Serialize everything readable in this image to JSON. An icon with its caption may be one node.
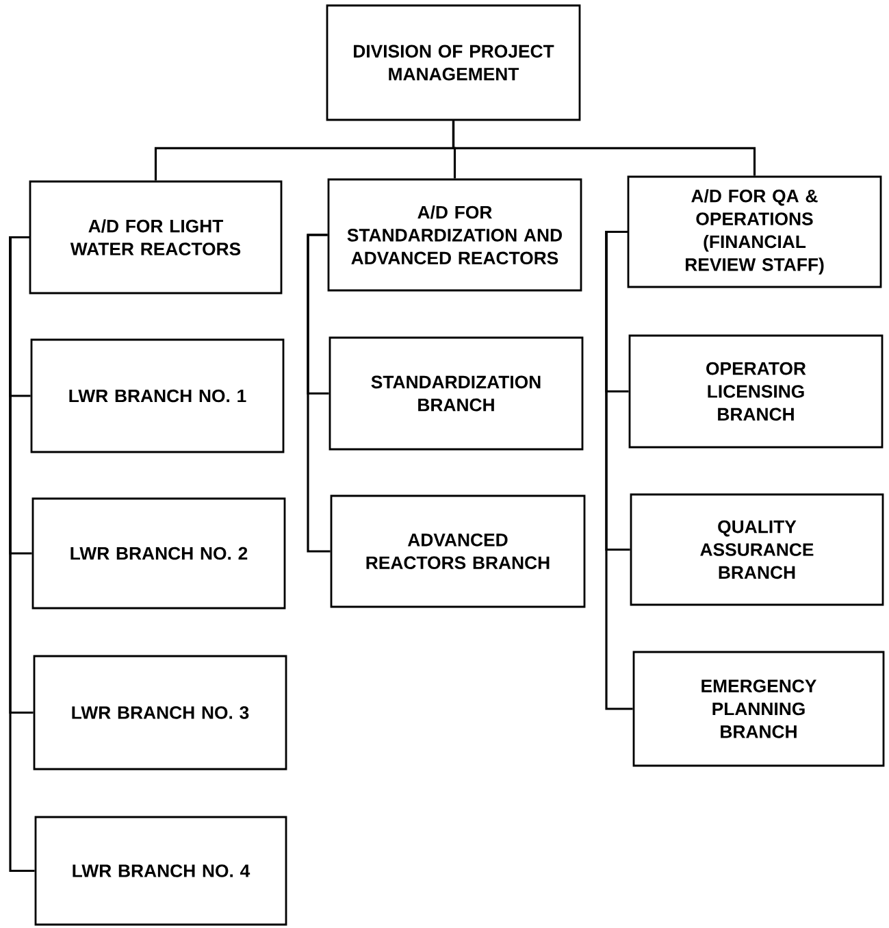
{
  "diagram": {
    "nodes": [
      {
        "text": [
          "DIVISION OF PROJECT MANAGEMENT"
        ]
      },
      {
        "text": [
          "A/D FOR LIGHT WATER REACTORS"
        ]
      },
      {
        "text": [
          "A/D FOR STANDARDIZATION AND ADVANCED REACTORS"
        ]
      },
      {
        "text": [
          "A/D FOR QA & OPERATIONS (FINANCIAL REVIEW STAFF)"
        ]
      },
      {
        "text": [
          "LWR BRANCH NO. 1"
        ]
      },
      {
        "text": [
          "LWR BRANCH NO. 2"
        ]
      },
      {
        "text": [
          "LWR BRANCH NO. 3"
        ]
      },
      {
        "text": [
          "LWR BRANCH NO. 4"
        ]
      },
      {
        "text": [
          "STANDARDIZATION BRANCH"
        ]
      },
      {
        "text": [
          "ADVANCED REACTORS BRANCH"
        ]
      },
      {
        "text": [
          "OPERATOR LICENSING BRANCH"
        ]
      },
      {
        "text": [
          "QUALITY ASSURANCE BRANCH"
        ]
      },
      {
        "text": [
          "EMERGENCY PLANNING BRANCH"
        ]
      }
    ],
    "edges": [
      {
        "from": 0,
        "to": 1,
        "arrow": "none"
      },
      {
        "from": 0,
        "to": 2,
        "arrow": "none"
      },
      {
        "from": 0,
        "to": 3,
        "arrow": "none"
      },
      {
        "from": 1,
        "to": 4,
        "arrow": "none"
      },
      {
        "from": 1,
        "to": 5,
        "arrow": "none"
      },
      {
        "from": 1,
        "to": 6,
        "arrow": "none"
      },
      {
        "from": 1,
        "to": 7,
        "arrow": "none"
      },
      {
        "from": 2,
        "to": 8,
        "arrow": "none"
      },
      {
        "from": 2,
        "to": 9,
        "arrow": "none"
      },
      {
        "from": 3,
        "to": 10,
        "arrow": "none"
      },
      {
        "from": 3,
        "to": 11,
        "arrow": "none"
      },
      {
        "from": 3,
        "to": 12,
        "arrow": "none"
      }
    ]
  }
}
